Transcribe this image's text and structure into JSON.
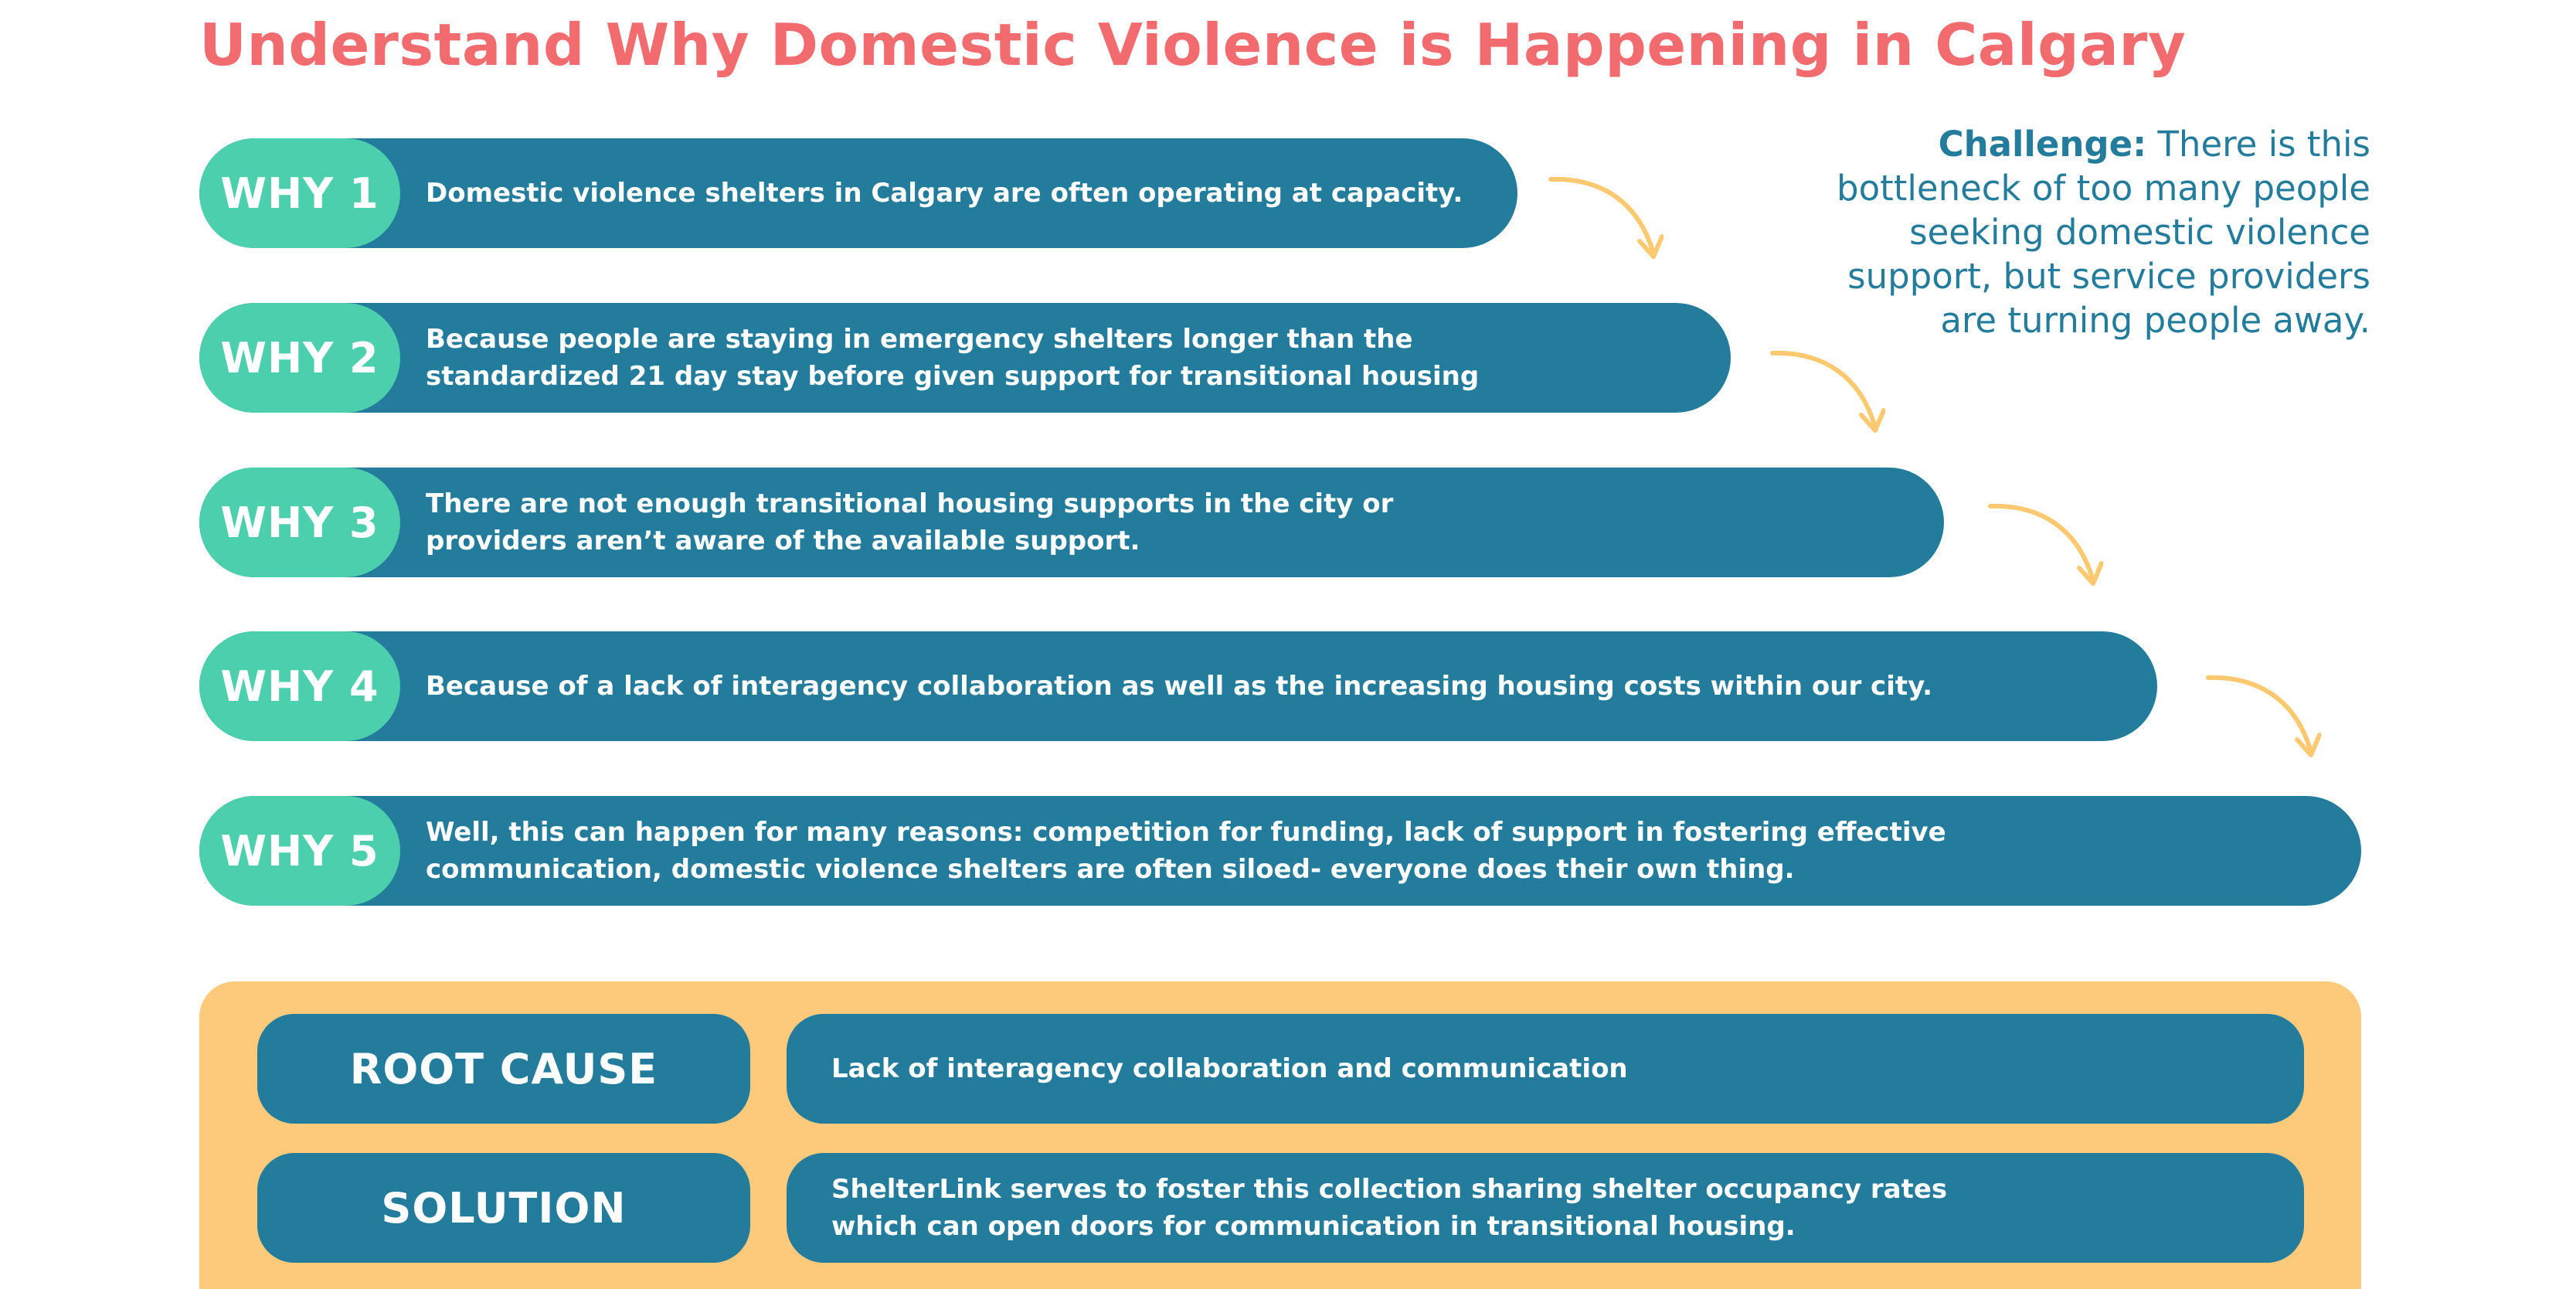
{
  "title": "Understand Why Domestic Violence is Happening in Calgary",
  "whys": [
    {
      "badge": "WHY 1",
      "lines": [
        "Domestic violence shelters in Calgary are often operating at capacity."
      ]
    },
    {
      "badge": "WHY 2",
      "lines": [
        "Because people are staying in emergency shelters longer than the",
        "standardized 21 day stay before given support for transitional housing"
      ]
    },
    {
      "badge": "WHY 3",
      "lines": [
        "There are not enough transitional housing supports in the city or",
        "providers aren’t aware of the available support."
      ]
    },
    {
      "badge": "WHY 4",
      "lines": [
        "Because of a lack of interagency collaboration as well as the increasing housing costs within our city."
      ]
    },
    {
      "badge": "WHY 5",
      "lines": [
        "Well, this can happen for many reasons: competition for funding, lack of support in fostering effective",
        "communication, domestic violence shelters are often siloed- everyone does their own thing."
      ]
    }
  ],
  "challenge": {
    "label": "Challenge:",
    "lines": [
      " There is this",
      "bottleneck of too many people",
      "seeking domestic violence",
      "support, but service providers",
      "are turning people away."
    ]
  },
  "root_cause": {
    "label": "ROOT CAUSE",
    "lines": [
      "Lack of interagency collaboration and communication"
    ]
  },
  "solution": {
    "label": "SOLUTION",
    "lines": [
      "ShelterLink serves to foster this collection sharing shelter occupancy rates",
      "which can open doors for communication in transitional housing."
    ]
  },
  "colors": {
    "title": "#f26b6f",
    "bar": "#247c9c",
    "badge": "#4ccfad",
    "arrow": "#fcc870",
    "panel": "#fdc97a",
    "challenge_text": "#247c9c"
  },
  "arrow_icon": "curved-arrow-down-right-icon"
}
